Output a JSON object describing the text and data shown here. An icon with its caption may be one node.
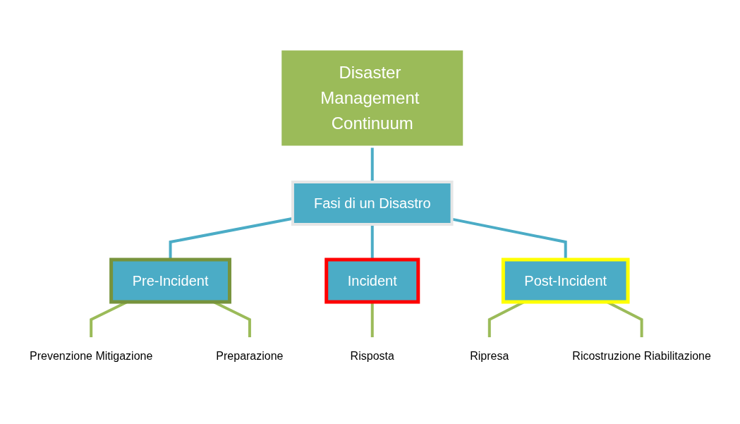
{
  "diagram": {
    "nodes": [
      {
        "text": [
          "Disaster Management Continuum"
        ]
      },
      {
        "text": [
          "Fasi di un Disastro"
        ]
      },
      {
        "text": [
          "Pre-Incident"
        ]
      },
      {
        "text": [
          "Incident"
        ]
      },
      {
        "text": [
          "Post-Incident"
        ]
      },
      {
        "text": [
          "Prevenzione Mitigazione"
        ]
      },
      {
        "text": [
          "Preparazione"
        ]
      },
      {
        "text": [
          "Risposta"
        ]
      },
      {
        "text": [
          "Ripresa"
        ]
      },
      {
        "text": [
          "Ricostruzione Riabilitazione"
        ]
      }
    ],
    "edges": [
      {
        "from": 0,
        "to": 1,
        "arrow": "none",
        "color": "#4bacc6"
      },
      {
        "from": 1,
        "to": 2,
        "arrow": "none",
        "color": "#4bacc6"
      },
      {
        "from": 1,
        "to": 3,
        "arrow": "none",
        "color": "#4bacc6"
      },
      {
        "from": 1,
        "to": 4,
        "arrow": "none",
        "color": "#4bacc6"
      },
      {
        "from": 2,
        "to": 5,
        "arrow": "none"
      },
      {
        "from": 2,
        "to": 6,
        "arrow": "none"
      },
      {
        "from": 3,
        "to": 7,
        "arrow": "none"
      },
      {
        "from": 4,
        "to": 8,
        "arrow": "none"
      },
      {
        "from": 4,
        "to": 9,
        "arrow": "none"
      }
    ]
  }
}
